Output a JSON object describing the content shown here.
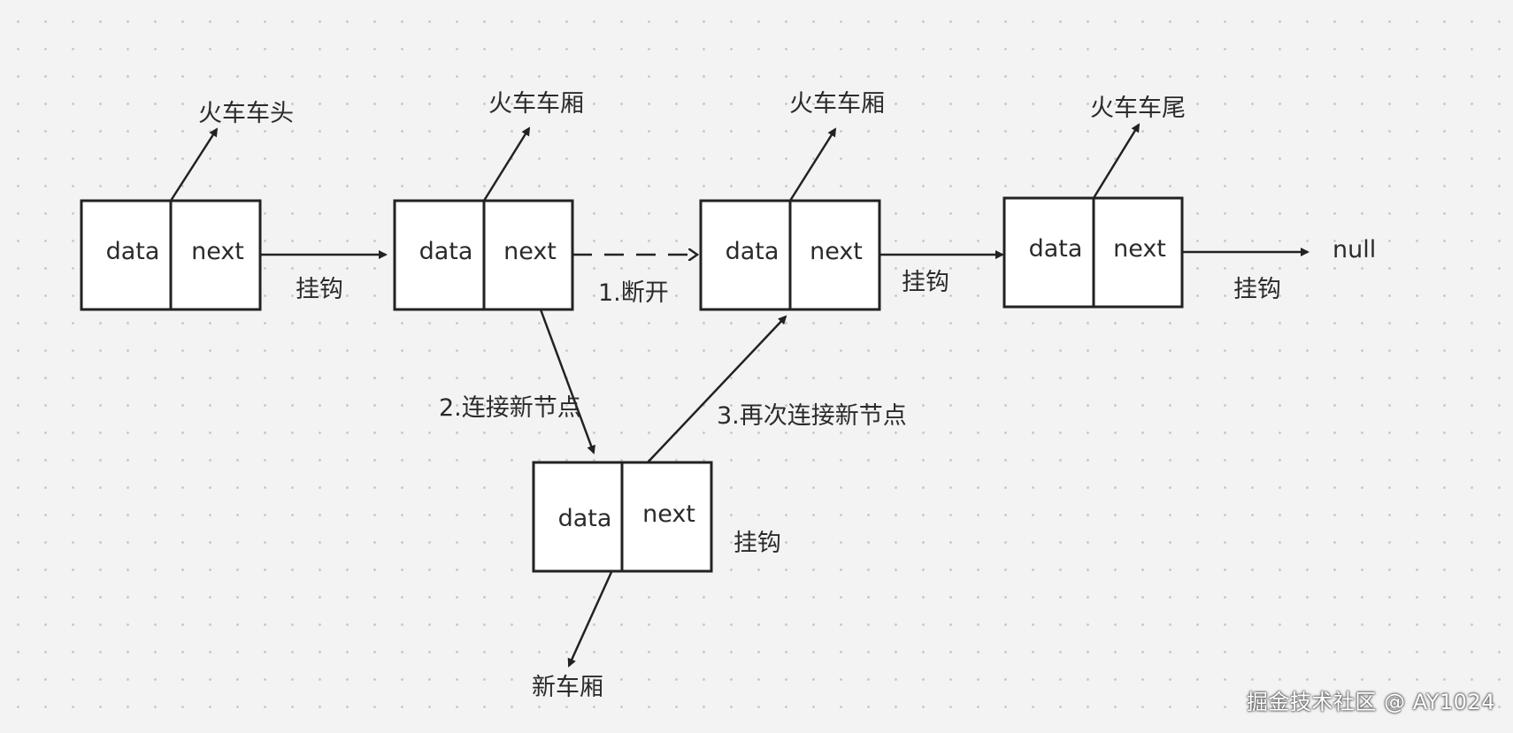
{
  "diagram": {
    "nodes": {
      "head": {
        "data_label": "data",
        "next_label": "next",
        "caption": "火车车头"
      },
      "car1": {
        "data_label": "data",
        "next_label": "next",
        "caption": "火车车厢"
      },
      "car2": {
        "data_label": "data",
        "next_label": "next",
        "caption": "火车车厢"
      },
      "tail": {
        "data_label": "data",
        "next_label": "next",
        "caption": "火车车尾"
      },
      "new_node": {
        "data_label": "data",
        "next_label": "next",
        "caption": "新车厢"
      }
    },
    "edge_labels": {
      "head_to_car1": "挂钩",
      "car1_to_car2_broken": "1.断开",
      "car2_to_tail": "挂钩",
      "tail_to_null": "挂钩",
      "car1_to_new": "2.连接新节点",
      "new_to_car2": "3.再次连接新节点",
      "new_node_side": "挂钩"
    },
    "null_label": "null"
  },
  "watermark": "掘金技术社区 @ AY1024"
}
